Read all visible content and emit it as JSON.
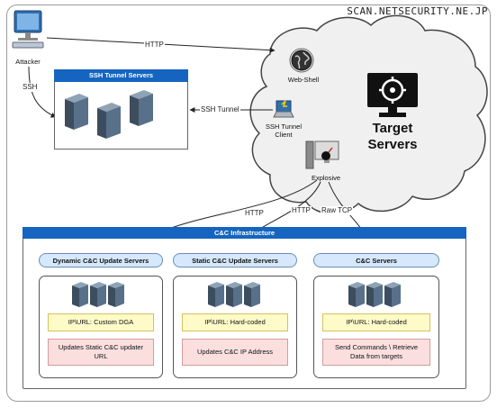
{
  "watermark": "SCAN.NETSECURITY.NE.JP",
  "attacker": {
    "label": "Attacker"
  },
  "edges": {
    "http_top": "HTTP",
    "ssh_left": "SSH",
    "ssh_tunnel": "SSH Tunnel",
    "http_left": "HTTP",
    "http_mid": "HTTP",
    "raw_tcp": "Raw TCP"
  },
  "ssh_tunnel_servers": {
    "title": "SSH Tunnel Servers"
  },
  "cloud": {
    "web_shell": "Web-Shell",
    "ssh_client_line1": "SSH Tunnel",
    "ssh_client_line2": "Client",
    "explosive": "Explosive",
    "target_line1": "Target",
    "target_line2": "Servers"
  },
  "cc_infrastructure": {
    "title": "C&C Infrastructure",
    "columns": [
      {
        "header": "Dynamic C&C Update Servers",
        "ipurl": "IP\\URL: Custom DGA",
        "desc_line1": "Updates Static C&C updater",
        "desc_line2": "URL"
      },
      {
        "header": "Static C&C Update Servers",
        "ipurl": "IP\\URL: Hard-coded",
        "desc_line1": "Updates C&C IP Address",
        "desc_line2": ""
      },
      {
        "header": "C&C Servers",
        "ipurl": "IP\\URL: Hard-coded",
        "desc_line1": "Send Commands \\ Retrieve",
        "desc_line2": "Data from targets"
      }
    ]
  },
  "colors": {
    "header_blue": "#1565c0",
    "col_header": "#d6e8fb",
    "yellow": "#fffbc8",
    "pink": "#fbdfdf",
    "cloud": "#f0f0f0"
  },
  "icons": [
    "monitor-icon",
    "server-rack-icon",
    "globe-icon",
    "laptop-icon",
    "computer-bomb-icon",
    "target-monitor-icon"
  ]
}
